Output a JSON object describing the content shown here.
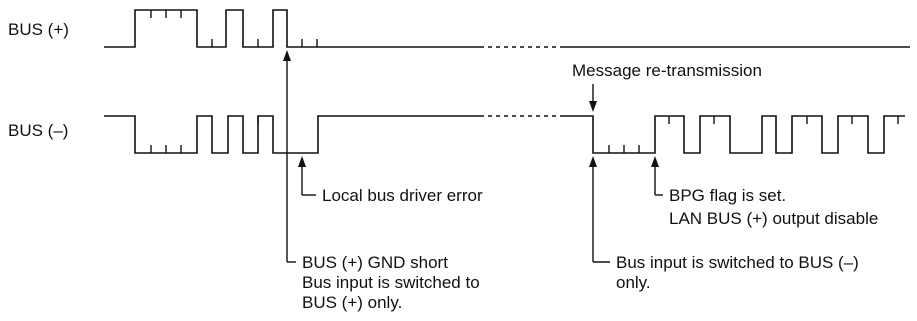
{
  "signals": {
    "bus_plus": "BUS (+)",
    "bus_minus": "BUS (–)"
  },
  "annotations": {
    "message_retransmission": "Message re-transmission",
    "local_driver_error": "Local bus driver error",
    "gnd_short_line1": "BUS (+) GND short",
    "gnd_short_line2": "Bus input is switched to",
    "gnd_short_line3": "BUS (+) only.",
    "bpg_line1": "BPG flag is set.",
    "bpg_line2": "LAN BUS (+) output disable",
    "switched_minus_line1": "Bus input is switched to BUS (–)",
    "switched_minus_line2": "only."
  }
}
